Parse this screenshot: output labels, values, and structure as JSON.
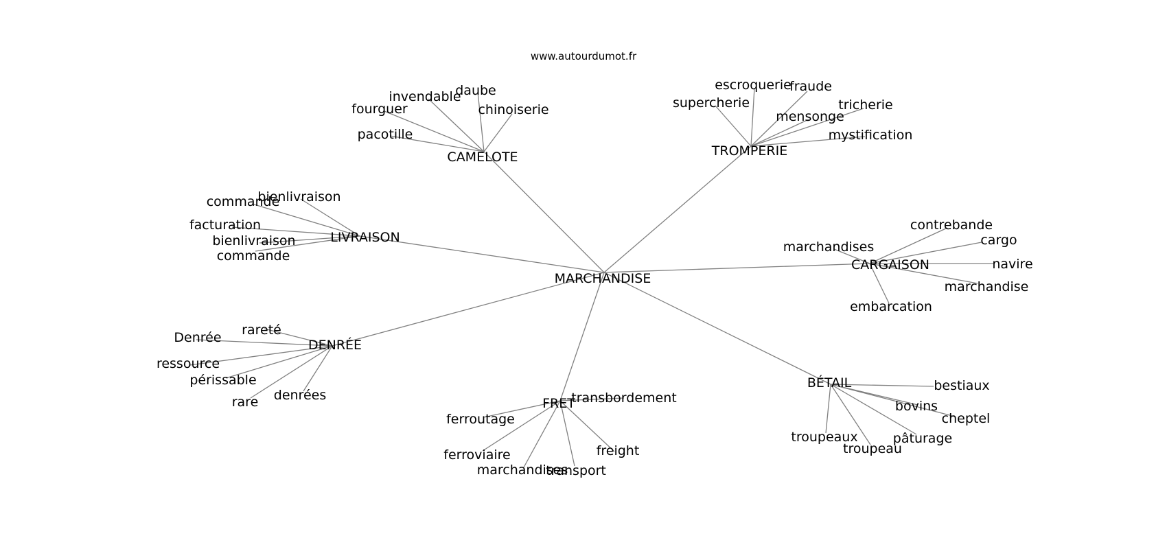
{
  "header": {
    "site": "www.autourdumot.fr"
  },
  "colors": {
    "edge": "#808080",
    "text": "#000000",
    "background": "#ffffff"
  },
  "graph": {
    "root": "MARCHANDISE",
    "hubs": [
      {
        "label": "CAMELOTE",
        "words": [
          "daube",
          "invendable",
          "fourguer",
          "chinoiserie",
          "pacotille"
        ]
      },
      {
        "label": "TROMPERIE",
        "words": [
          "escroquerie",
          "fraude",
          "supercherie",
          "tricherie",
          "mensonge",
          "mystification"
        ]
      },
      {
        "label": "LIVRAISON",
        "words": [
          "bienlivraison",
          "commande",
          "facturation",
          "bienlivraison",
          "commande"
        ]
      },
      {
        "label": "CARGAISON",
        "words": [
          "contrebande",
          "cargo",
          "marchandises",
          "navire",
          "marchandise",
          "embarcation"
        ]
      },
      {
        "label": "DENRÉE",
        "words": [
          "rareté",
          "Denrée",
          "ressource",
          "périssable",
          "denrées",
          "rare"
        ]
      },
      {
        "label": "FRET",
        "words": [
          "transbordement",
          "ferroutage",
          "ferroviaire",
          "freight",
          "marchandises",
          "transport"
        ]
      },
      {
        "label": "BÉTAIL",
        "words": [
          "bestiaux",
          "bovins",
          "cheptel",
          "troupeaux",
          "pâturage",
          "troupeau"
        ]
      }
    ]
  }
}
